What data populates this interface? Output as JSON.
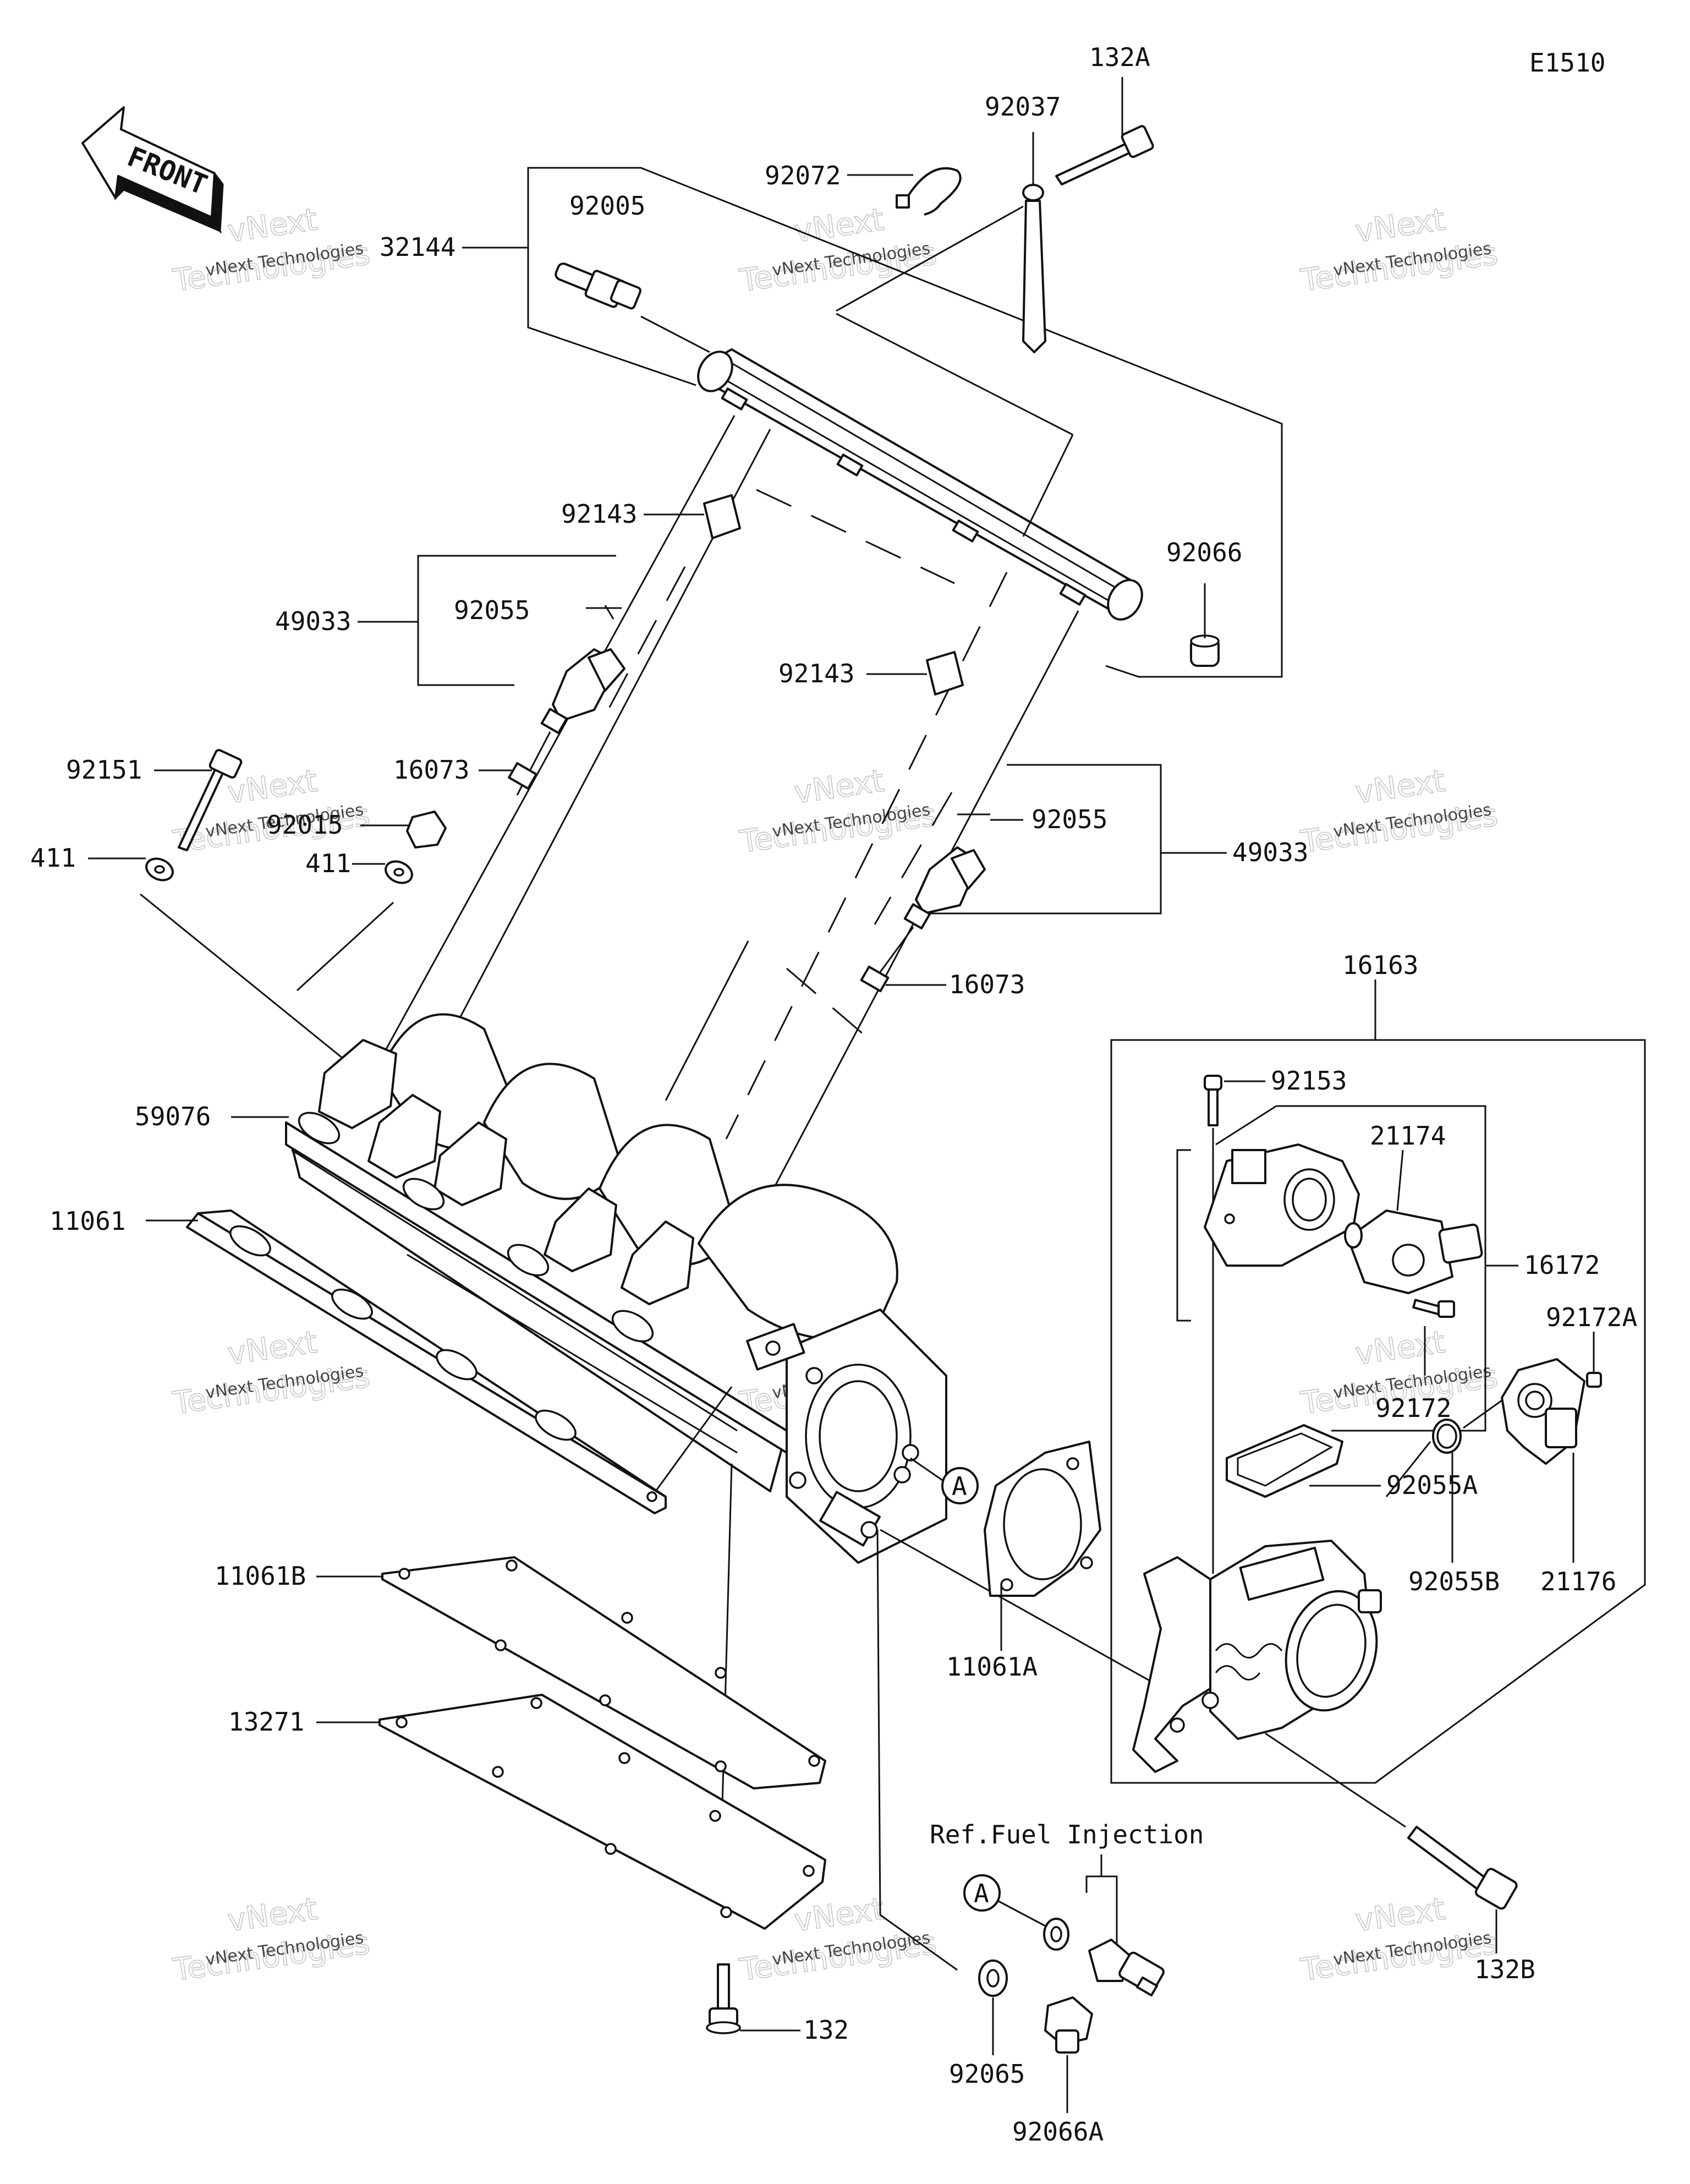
{
  "diagram": {
    "code": "E1510",
    "front_label": "FRONT",
    "reference_note": "Ref.Fuel Injection",
    "callout_letter": "A",
    "watermark": {
      "line1": "vNext Technologies",
      "line2": "vNext",
      "line3": "Technologies"
    },
    "labels": {
      "p132A": "132A",
      "p92037": "92037",
      "p92072": "92072",
      "p92005": "92005",
      "p32144": "32144",
      "p92143_a": "92143",
      "p92066": "92066",
      "p49033_a": "49033",
      "p92055_a": "92055",
      "p92143_b": "92143",
      "p92151": "92151",
      "p16073_a": "16073",
      "p92015": "92015",
      "p411_a": "411",
      "p411_b": "411",
      "p92055_b": "92055",
      "p49033_b": "49033",
      "p16073_b": "16073",
      "p16163": "16163",
      "p59076": "59076",
      "p92153": "92153",
      "p21174": "21174",
      "p11061": "11061",
      "p16172": "16172",
      "p92172": "92172",
      "p92172A": "92172A",
      "p92055A": "92055A",
      "p92055B": "92055B",
      "p21176": "21176",
      "p11061A": "11061A",
      "p11061B": "11061B",
      "p13271": "13271",
      "p132B": "132B",
      "p132": "132",
      "p92065": "92065",
      "p92066A": "92066A"
    }
  }
}
